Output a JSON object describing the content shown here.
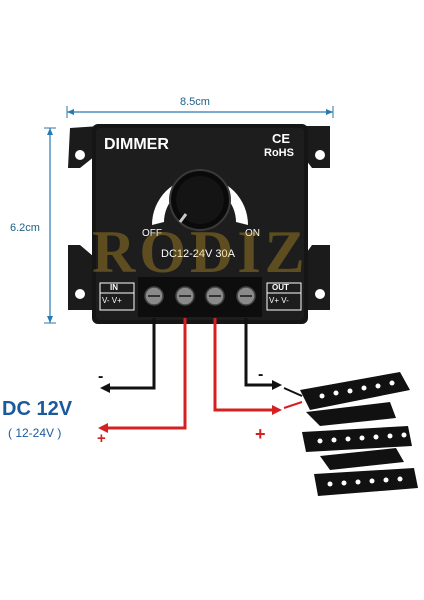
{
  "dimensions": {
    "width_label": "8.5cm",
    "height_label": "6.2cm"
  },
  "device": {
    "title": "DIMMER",
    "ce_mark": "CE",
    "rohs_mark": "RoHS",
    "off_label": "OFF",
    "on_label": "ON",
    "rating": "DC12-24V 30A",
    "in_label": "IN",
    "in_pins": "V- V+",
    "out_label": "OUT",
    "out_pins": "V+ V-"
  },
  "watermark": "RODIZ",
  "power": {
    "title": "DC 12V",
    "range": "( 12-24V )"
  },
  "polarity": {
    "minus": "-",
    "plus": "+"
  },
  "colors": {
    "blue": "#1a5a9c",
    "red": "#d42020",
    "black": "#111111"
  }
}
